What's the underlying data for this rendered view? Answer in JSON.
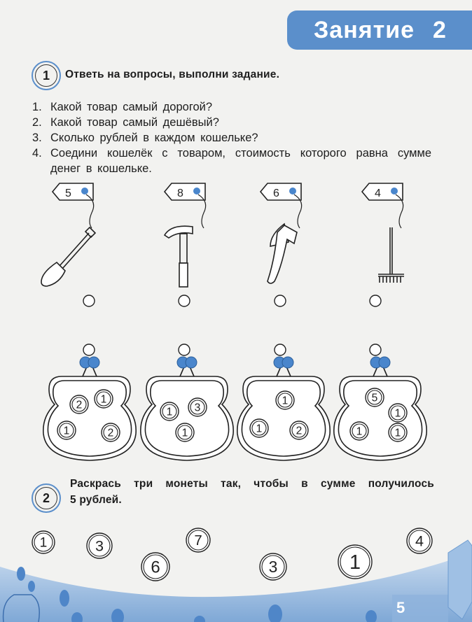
{
  "header": {
    "title": "Занятие",
    "number": "2"
  },
  "task1": {
    "number": "1",
    "heading": "Ответь на вопросы, выполни задание.",
    "questions": [
      {
        "num": "1.",
        "text": "Какой товар самый дорогой?"
      },
      {
        "num": "2.",
        "text": "Какой товар самый дешёвый?"
      },
      {
        "num": "3.",
        "text": "Сколько рублей в каждом кошельке?"
      },
      {
        "num": "4.",
        "text": "Соедини кошелёк с товаром, стоимость которого равна сумме денег в кошельке."
      }
    ],
    "products": [
      {
        "price": "5",
        "icon": "shovel-icon"
      },
      {
        "price": "8",
        "icon": "hammer-icon"
      },
      {
        "price": "6",
        "icon": "axe-icon"
      },
      {
        "price": "4",
        "icon": "rake-icon"
      }
    ],
    "purses": [
      {
        "coins": [
          "2",
          "1",
          "1",
          "2"
        ]
      },
      {
        "coins": [
          "1",
          "3",
          "1"
        ]
      },
      {
        "coins": [
          "1",
          "1",
          "2"
        ]
      },
      {
        "coins": [
          "5",
          "1",
          "1",
          "1"
        ]
      }
    ]
  },
  "task2": {
    "number": "2",
    "heading_line1": "Раскрась три монеты так, чтобы в сумме получилось",
    "heading_line2": "5 рублей.",
    "coins": [
      "1",
      "3",
      "6",
      "7",
      "3",
      "1",
      "4"
    ]
  },
  "page_number": "5",
  "colors": {
    "accent": "#5b8fcb",
    "bead": "#4a86cc",
    "footer": "#8fb3dc"
  }
}
